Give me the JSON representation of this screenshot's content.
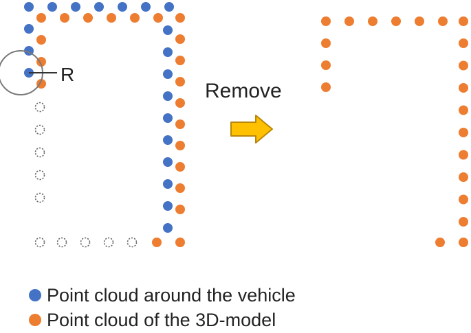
{
  "colors": {
    "vehicle": "#4472c4",
    "model": "#ed7d31",
    "removed_stroke": "#666666",
    "arrow_fill": "#ffc000",
    "arrow_stroke": "#b8860b",
    "circle_stroke": "#7a7a7a"
  },
  "labels": {
    "radius": "R",
    "action": "Remove"
  },
  "legend": [
    {
      "label": "Point cloud around the vehicle",
      "series": "vehicle"
    },
    {
      "label": "Point cloud of the 3D-model",
      "series": "model"
    }
  ]
}
